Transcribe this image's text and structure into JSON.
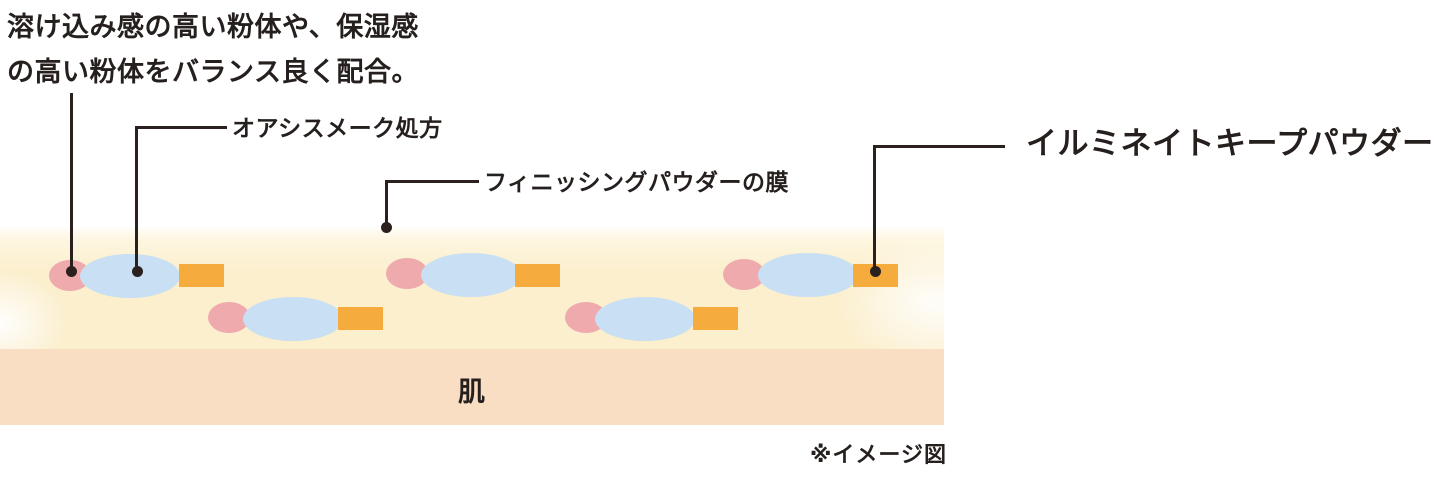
{
  "colors": {
    "bg": "#ffffff",
    "text": "#251f1d",
    "leader": "#2a211f",
    "cream": "#fbefce",
    "skin": "#fadec4",
    "pink": "#efaaad",
    "blue": "#c8dff4",
    "orange": "#f6ac3c"
  },
  "description": {
    "line1": "溶け込み感の高い粉体や、保湿感",
    "line2": "の高い粉体をバランス良く配合。"
  },
  "labels": {
    "oasis_formula": "オアシスメーク処方",
    "finishing_powder_film": "フィニッシングパウダーの膜",
    "illuminate_keep_powder": "イルミネイトキープパウダー",
    "skin": "肌",
    "image_note": "※イメージ図"
  }
}
